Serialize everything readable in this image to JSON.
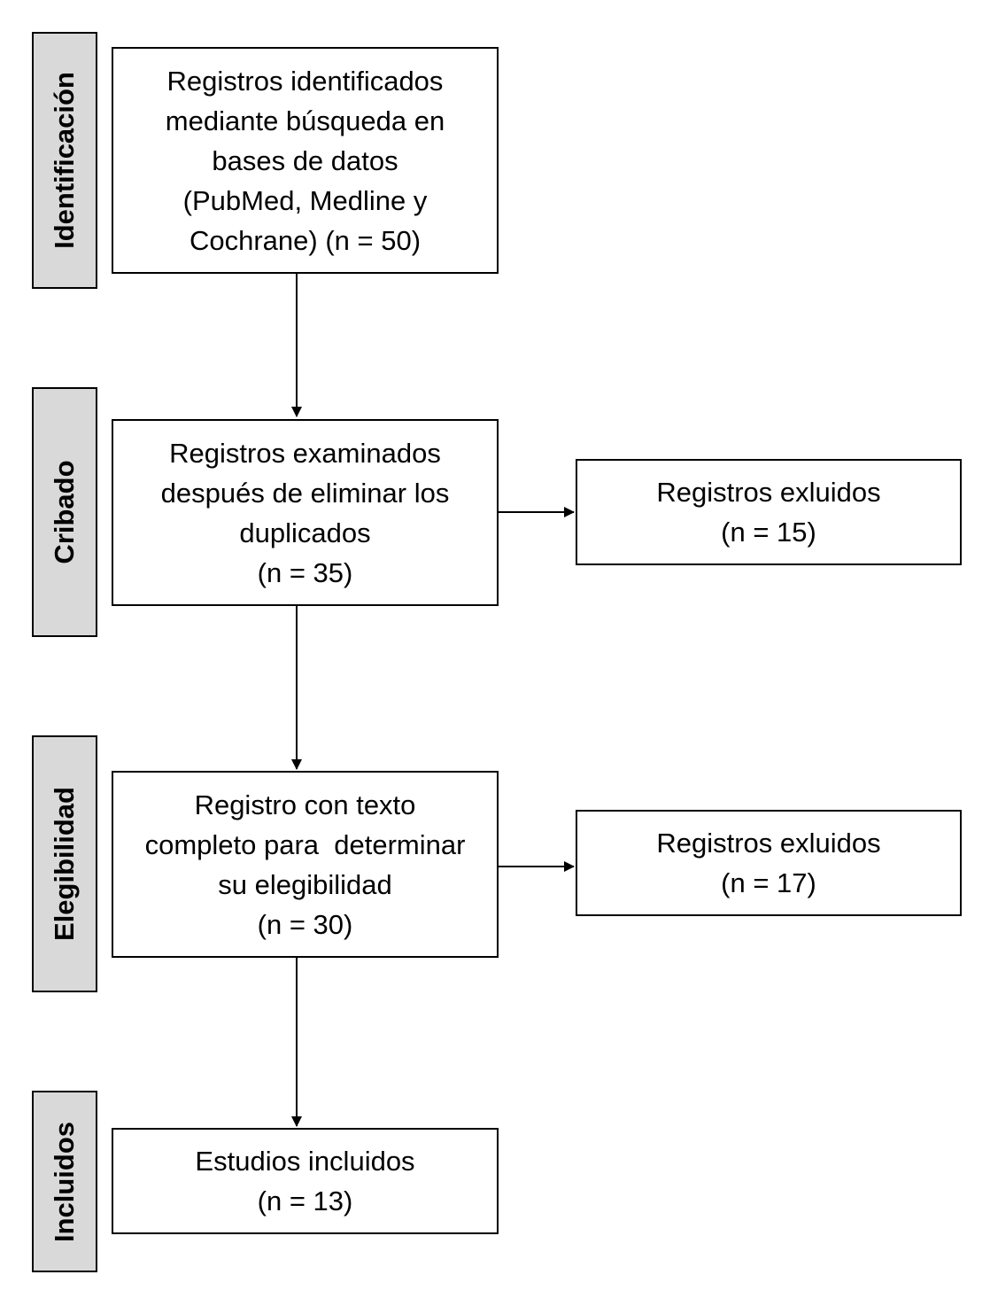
{
  "stages": {
    "identificacion": "Identificación",
    "cribado": "Cribado",
    "elegibilidad": "Elegibilidad",
    "incluidos": "Incluidos"
  },
  "boxes": {
    "identified": {
      "lines": [
        "Registros identificados",
        "mediante búsqueda en",
        "bases de datos",
        "(PubMed, Medline y",
        "Cochrane) (n = 50)"
      ]
    },
    "screened": {
      "lines": [
        "Registros examinados",
        "después de eliminar los",
        "duplicados",
        "(n = 35)"
      ]
    },
    "excluded_screening": {
      "lines": [
        "Registros exluidos",
        "(n = 15)"
      ]
    },
    "eligibility": {
      "lines": [
        "Registro con texto",
        "completo para  determinar",
        "su elegibilidad",
        "(n = 30)"
      ]
    },
    "excluded_eligibility": {
      "lines": [
        "Registros exluidos",
        "(n = 17)"
      ]
    },
    "included": {
      "lines": [
        "Estudios incluidos",
        "(n = 13)"
      ]
    }
  }
}
